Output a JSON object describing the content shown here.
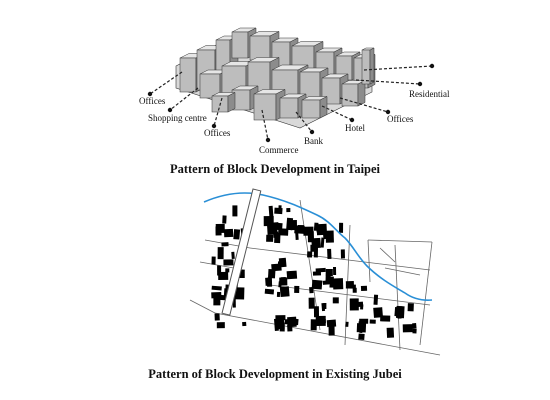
{
  "figure_top": {
    "caption": "Pattern of Block Development in Taipei",
    "labels": {
      "offices_left": "Offices",
      "shopping_centre": "Shopping centre",
      "offices_mid": "Offices",
      "commerce": "Commerce",
      "bank": "Bank",
      "hotel": "Hotel",
      "offices_right": "Offices",
      "residential": "Residential"
    }
  },
  "figure_bottom": {
    "caption": "Pattern of Block Development in Existing Jubei"
  },
  "colors": {
    "river": "#2a8fd6",
    "building": "#000000",
    "building_face_light": "#e6e6e6",
    "building_face_mid": "#bdbdbd",
    "building_face_dark": "#8c8c8c",
    "road_line": "#666666"
  }
}
